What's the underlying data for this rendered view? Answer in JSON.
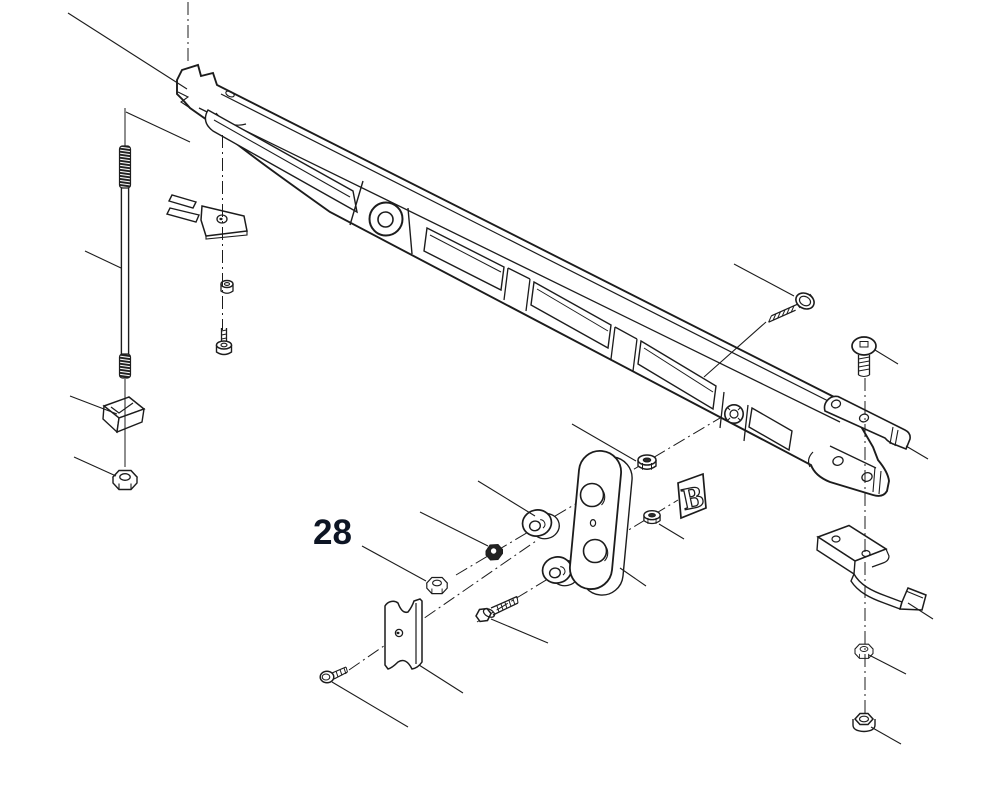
{
  "figure": {
    "kind": "exploded-parts-diagram",
    "background_color": "#ffffff",
    "line_color": "#1c1c1c",
    "callouts": {
      "item_number": "28",
      "item_number_color": "#0d1524",
      "detail_marker": "B",
      "detail_marker_color": "#1c1c1c"
    },
    "parts": [
      {
        "name": "torque-arm"
      },
      {
        "name": "threaded-rod"
      },
      {
        "name": "rod-clamp-wedge"
      },
      {
        "name": "rod-hex-nut"
      },
      {
        "name": "retainer-clip"
      },
      {
        "name": "spacer-bushing"
      },
      {
        "name": "clip-socket-bolt"
      },
      {
        "name": "notched-bracket-plate"
      },
      {
        "name": "plate-screw"
      },
      {
        "name": "plate-hex-nut"
      },
      {
        "name": "link-plate"
      },
      {
        "name": "link-washer-upper"
      },
      {
        "name": "link-washer-lower"
      },
      {
        "name": "link-locknut-upper"
      },
      {
        "name": "link-locknut-lower"
      },
      {
        "name": "link-dark-nut"
      },
      {
        "name": "link-bolt"
      },
      {
        "name": "flange-bolt"
      },
      {
        "name": "button-head-screw"
      },
      {
        "name": "anchor-strap"
      },
      {
        "name": "z-bracket"
      },
      {
        "name": "lock-nut"
      },
      {
        "name": "flange-nut"
      }
    ]
  }
}
